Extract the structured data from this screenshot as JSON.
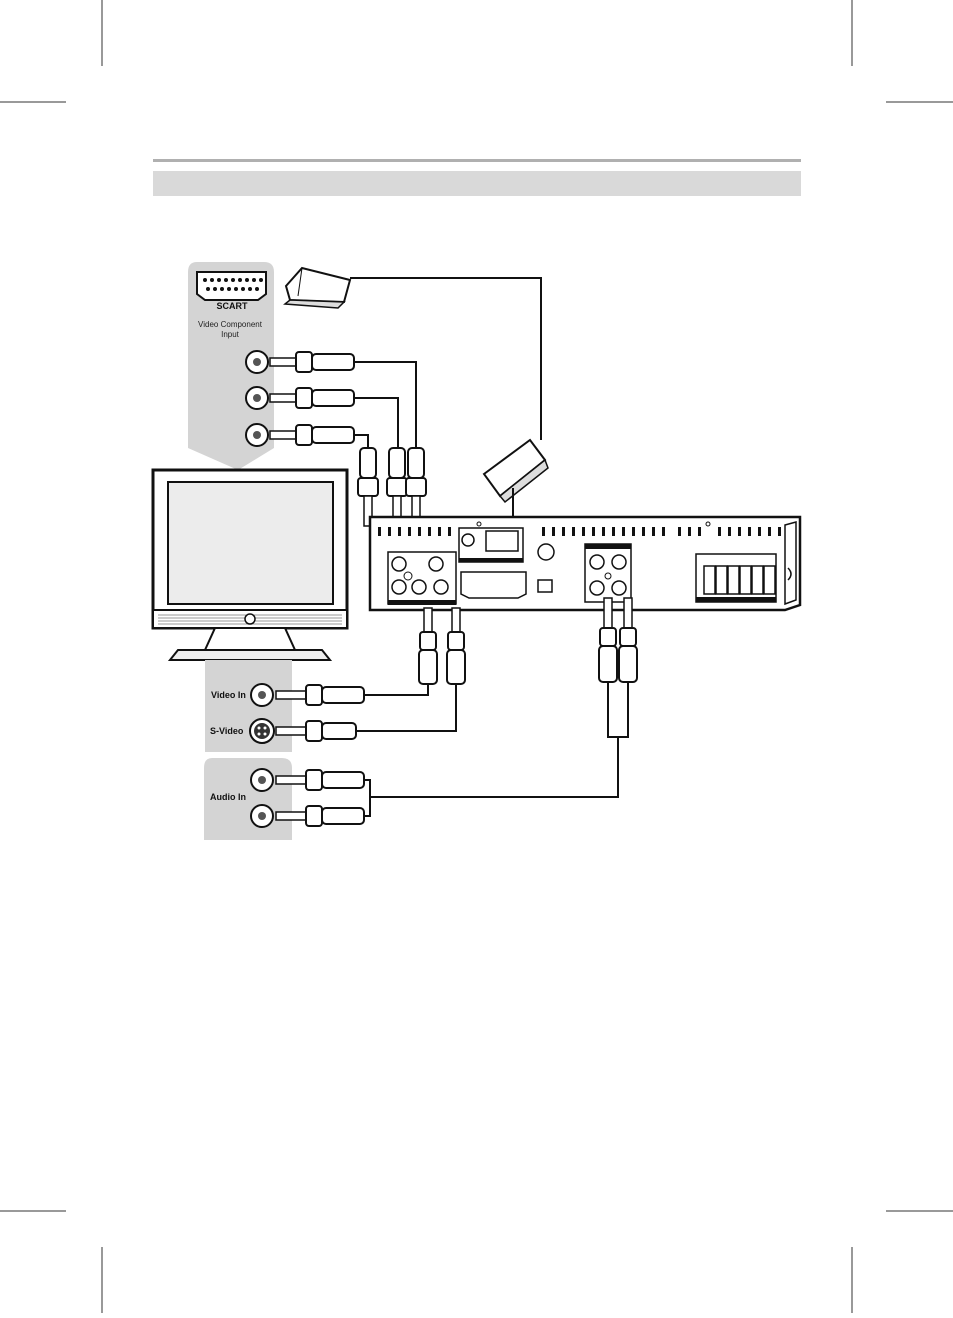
{
  "tv_panel": {
    "scart_label": "SCART",
    "component_title_1": "Video Component",
    "component_title_2": "Input",
    "video_in_label": "Video In",
    "svideo_label": "S-Video",
    "audio_in_label": "Audio In"
  },
  "colors": {
    "panel_gray": "#d4d4d4",
    "header_bar": "#d9d9d9",
    "rule_line": "#b0b0b0",
    "ink": "#111111"
  }
}
